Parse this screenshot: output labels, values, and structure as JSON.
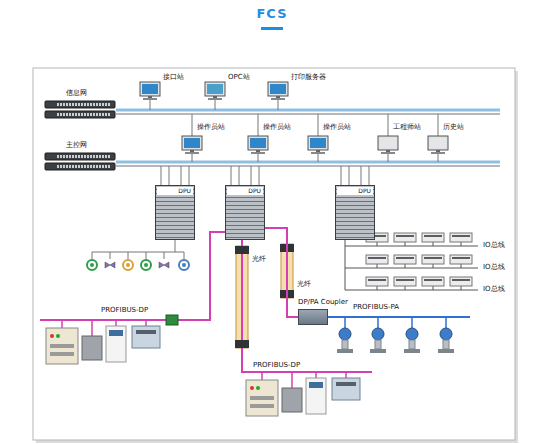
{
  "diagram": {
    "title": "FCS",
    "nodes": [
      {
        "text": [
          "信息网"
        ]
      },
      {
        "text": [
          "接口站"
        ]
      },
      {
        "text": [
          "OPC站"
        ]
      },
      {
        "text": [
          "打印服务器"
        ]
      },
      {
        "text": [
          "操作员站"
        ]
      },
      {
        "text": [
          "操作员站"
        ]
      },
      {
        "text": [
          "操作员站"
        ]
      },
      {
        "text": [
          "工程师站"
        ]
      },
      {
        "text": [
          "历史站"
        ]
      },
      {
        "text": [
          "主控网"
        ]
      },
      {
        "text": [
          "DPU"
        ]
      },
      {
        "text": [
          "DPU"
        ]
      },
      {
        "text": [
          "DPU"
        ]
      },
      {
        "text": [
          "DP/PA Coupler"
        ]
      }
    ],
    "edges": [
      {
        "from": 11,
        "to": 13,
        "arrow": "none"
      }
    ],
    "labels": [
      "IO总线",
      "IO总线",
      "IO总线",
      "光纤",
      "光纤",
      "PROFIBUS-DP",
      "PROFIBUS-PA",
      "PROFIBUS-DP"
    ]
  }
}
